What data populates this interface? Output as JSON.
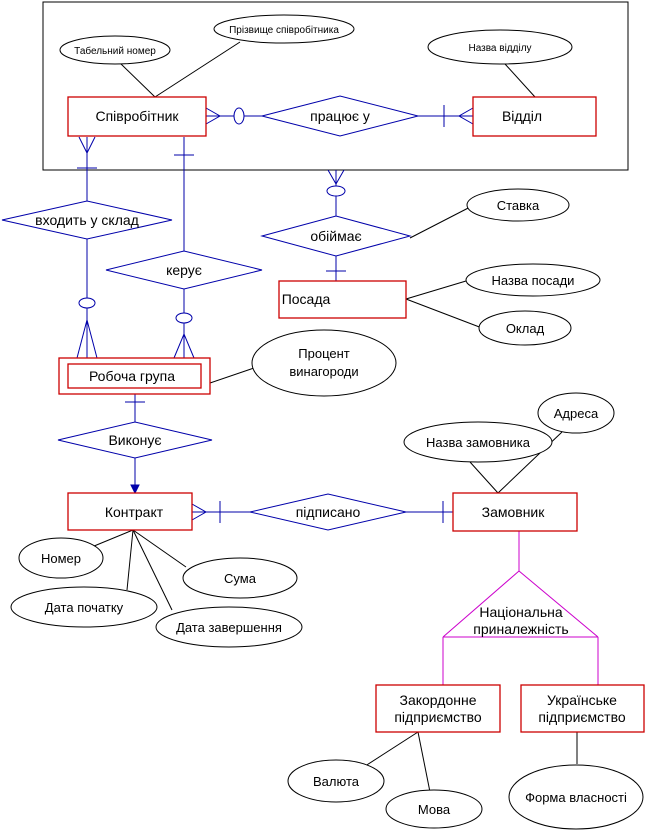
{
  "diagram": {
    "entities": {
      "employee": "Співробітник",
      "department": "Відділ",
      "position": "Посада",
      "work_group": "Робоча група",
      "contract": "Контракт",
      "customer": "Замовник",
      "foreign_enterprise": [
        "Закордонне",
        "підприємство"
      ],
      "ukrainian_enterprise": [
        "Українське",
        "підприємство"
      ]
    },
    "relationships": {
      "works_in": "працює у",
      "part_of": "входить у склад",
      "manages": "керує",
      "holds": "обіймає",
      "performs": "Виконує",
      "signed": "підписано",
      "nationality": [
        "Національна",
        "приналежність"
      ]
    },
    "attributes": {
      "personnel_number": "Табельний номер",
      "employee_surname": "Прізвище співробітника",
      "department_name": "Назва відділу",
      "rate": "Ставка",
      "position_name": "Назва посади",
      "salary": "Оклад",
      "bonus_percent": [
        "Процент",
        "винагороди"
      ],
      "address": "Адреса",
      "customer_name": "Назва замовника",
      "number": "Номер",
      "amount": "Сума",
      "start_date": "Дата початку",
      "end_date": "Дата завершення",
      "currency": "Валюта",
      "language": "Мова",
      "ownership_form": "Форма власності"
    }
  }
}
